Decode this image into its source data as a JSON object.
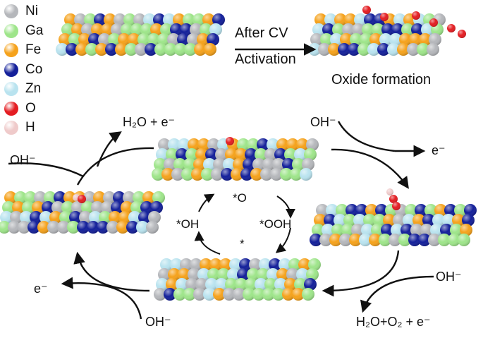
{
  "legend": [
    {
      "label": "Ni",
      "color": "#b5b7bb"
    },
    {
      "label": "Ga",
      "color": "#9ee58a"
    },
    {
      "label": "Fe",
      "color": "#f5a21c"
    },
    {
      "label": "Co",
      "color": "#14209a"
    },
    {
      "label": "Zn",
      "color": "#b9e3ef"
    },
    {
      "label": "O",
      "color": "#e41d22"
    },
    {
      "label": "H",
      "color": "#efcaca"
    }
  ],
  "activation": {
    "arrow_text_line1": "After CV",
    "arrow_text_line2": "Activation",
    "product_label": "Oxide formation"
  },
  "cycle": {
    "step_labels": {
      "star_o": "*O",
      "star_oh": "*OH",
      "star_ooh": "*OOH",
      "star": "*"
    },
    "reagents": {
      "oh_left": "OH⁻",
      "h2o_e_top": "H₂O + e⁻",
      "oh_top_right": "OH⁻",
      "e_right": "e⁻",
      "oh_right_bottom": "OH⁻",
      "h2o_o2_e_bottom": "H₂O+O₂ + e⁻",
      "oh_bottom": "OH⁻",
      "e_left": "e⁻"
    }
  }
}
